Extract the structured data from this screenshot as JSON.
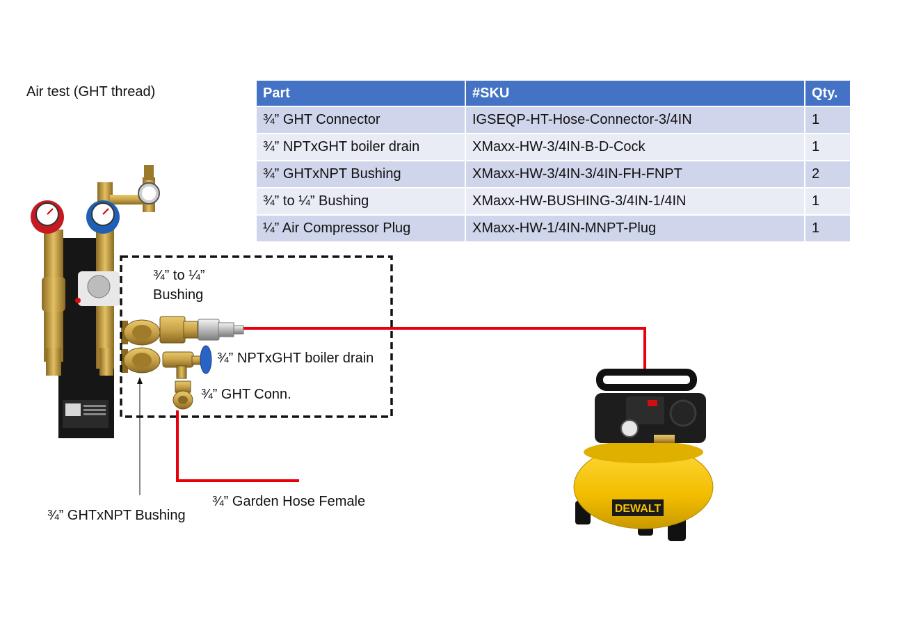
{
  "title": "Air test (GHT thread)",
  "table": {
    "headers": [
      "Part",
      "#SKU",
      "Qty."
    ],
    "rows": [
      {
        "part": "¾” GHT Connector",
        "sku": "IGSEQP-HT-Hose-Connector-3/4IN",
        "qty": "1"
      },
      {
        "part": "¾” NPTxGHT boiler drain",
        "sku": "XMaxx-HW-3/4IN-B-D-Cock",
        "qty": "1"
      },
      {
        "part": "¾” GHTxNPT Bushing",
        "sku": "XMaxx-HW-3/4IN-3/4IN-FH-FNPT",
        "qty": "2"
      },
      {
        "part": "¾” to ¼” Bushing",
        "sku": "XMaxx-HW-BUSHING-3/4IN-1/4IN",
        "qty": "1"
      },
      {
        "part": "¼” Air Compressor Plug",
        "sku": "XMaxx-HW-1/4IN-MNPT-Plug",
        "qty": "1"
      }
    ]
  },
  "labels": {
    "bushing_line1": "¾” to ¼”",
    "bushing_line2": "Bushing",
    "boiler_drain": "¾” NPTxGHT boiler drain",
    "ght_conn": "¾” GHT Conn.",
    "garden_hose": "¾” Garden Hose Female",
    "ghtxnpt_bushing": "¾” GHTxNPT Bushing"
  },
  "logo_text": "DEWALT",
  "colors": {
    "header_bg": "#4472c4",
    "row_odd": "#cfd5ea",
    "row_even": "#e9ebf5",
    "hose_line": "#e8000b",
    "brass": "#c9a24a",
    "compressor_yellow": "#f5c400"
  }
}
